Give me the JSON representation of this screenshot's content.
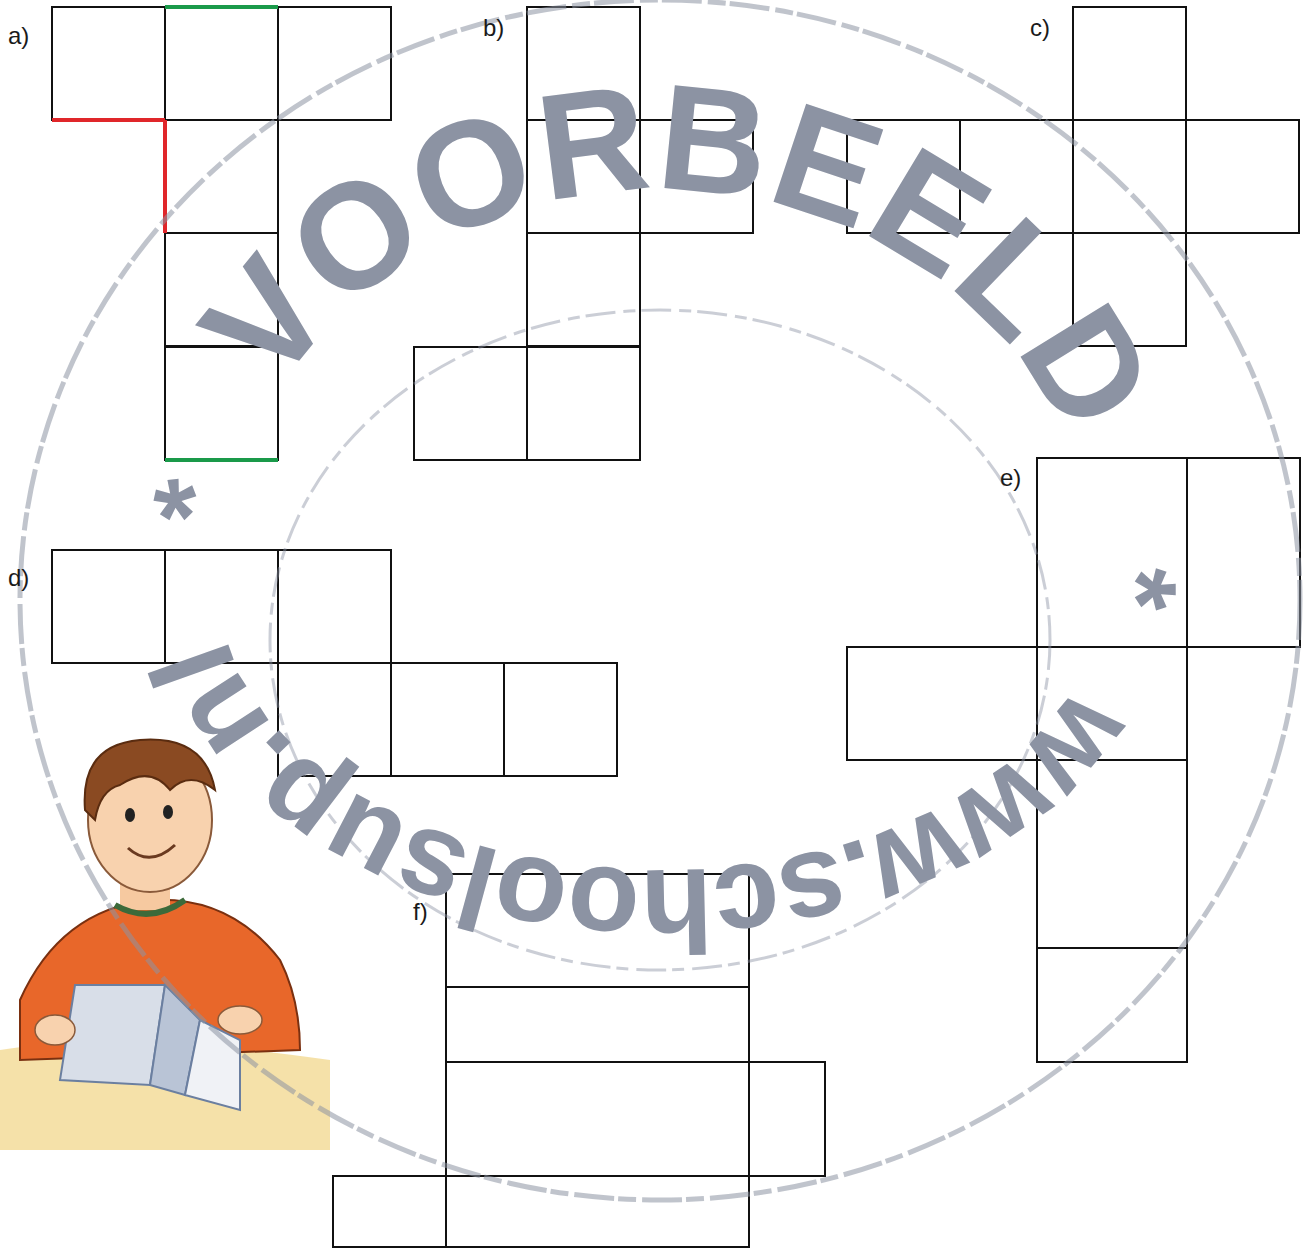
{
  "diagram": {
    "labels": [
      "a)",
      "b)",
      "c)",
      "d)",
      "e)",
      "f)",
      "*",
      "VOORBEELD",
      "*",
      "www.schoolsup.nl"
    ]
  }
}
